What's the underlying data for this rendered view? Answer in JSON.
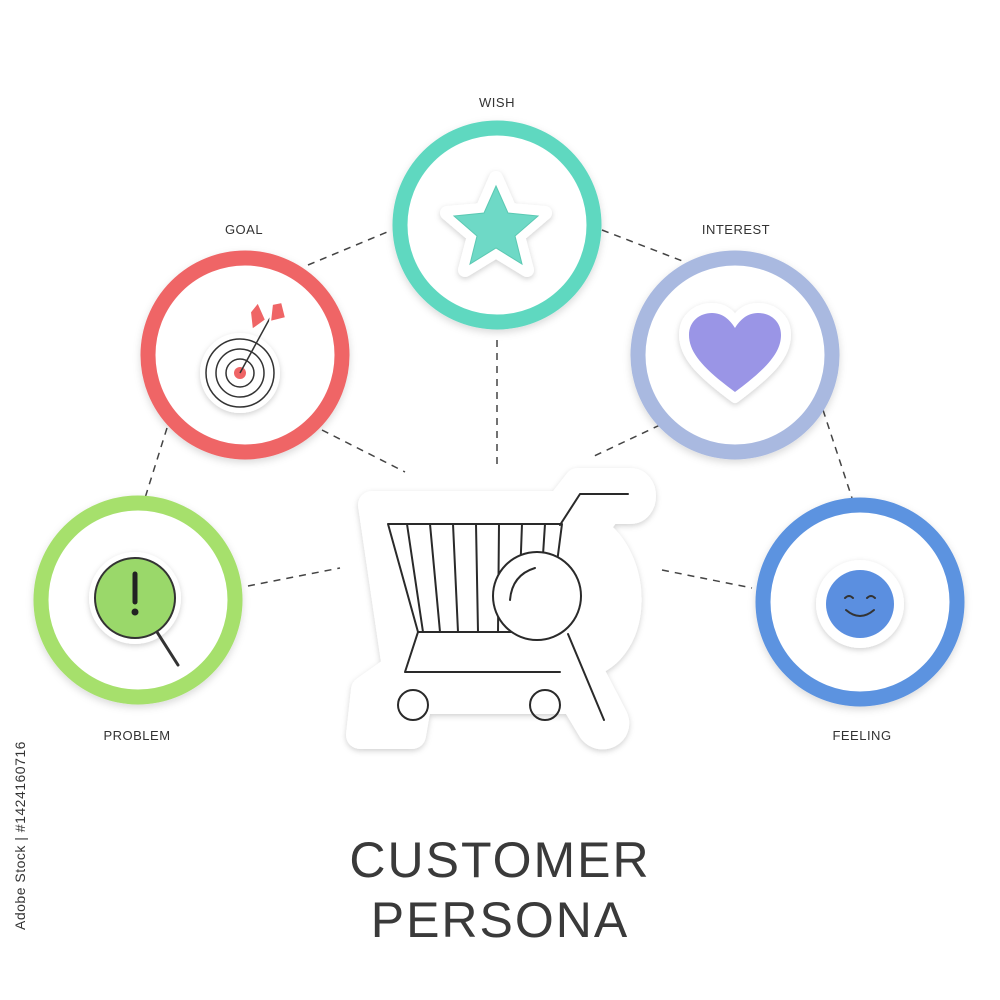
{
  "diagram": {
    "center": {
      "icon": "shopping-cart-magnifier-icon"
    },
    "nodes": [
      {
        "id": "wish",
        "label": "WISH",
        "icon": "star-icon",
        "ring_color": "#5fd8c0",
        "icon_color": "#6ed9c6"
      },
      {
        "id": "goal",
        "label": "GOAL",
        "icon": "target-dart-icon",
        "ring_color": "#ef6566",
        "icon_color": "#ef6566"
      },
      {
        "id": "interest",
        "label": "INTEREST",
        "icon": "heart-icon",
        "ring_color": "#a9b9e0",
        "icon_color": "#9a95e6"
      },
      {
        "id": "problem",
        "label": "PROBLEM",
        "icon": "exclamation-magnifier-icon",
        "ring_color": "#a6e06c",
        "icon_color": "#9ad86a"
      },
      {
        "id": "feeling",
        "label": "FEELING",
        "icon": "smiley-face-icon",
        "ring_color": "#5c93e0",
        "icon_color": "#5b8fe0"
      }
    ],
    "title_line1": "CUSTOMER",
    "title_line2": "PERSONA"
  },
  "credit": "Adobe Stock | #1424160716"
}
